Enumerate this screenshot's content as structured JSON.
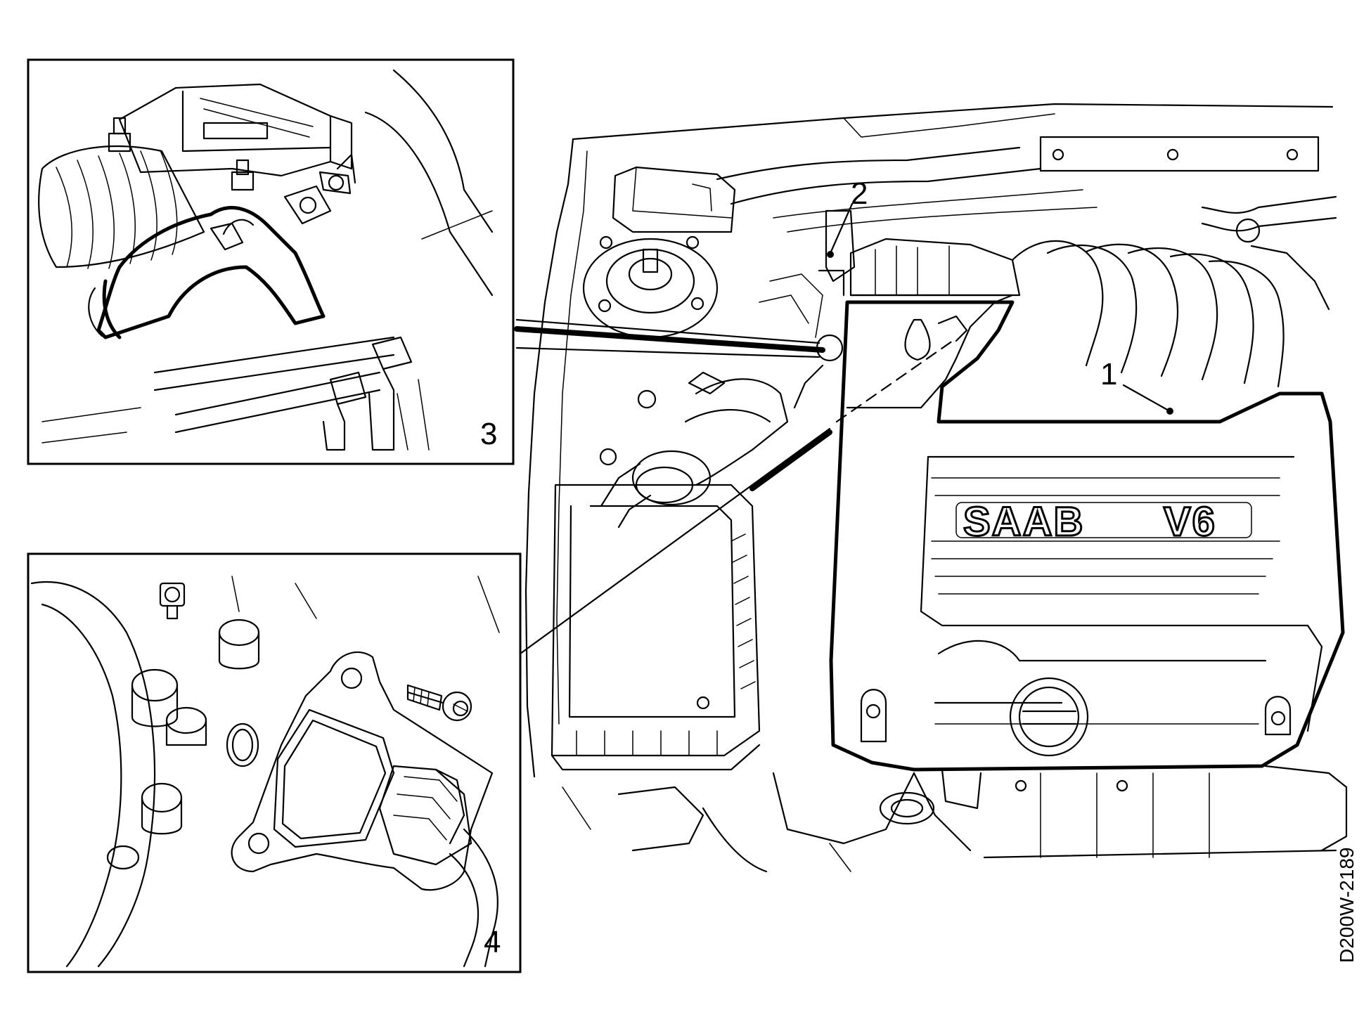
{
  "callouts": {
    "c1": "1",
    "c2": "2",
    "c3": "3",
    "c4": "4"
  },
  "engine_cover": {
    "brand": "SAAB",
    "model": "V6"
  },
  "figure_code": "D200W-2189"
}
